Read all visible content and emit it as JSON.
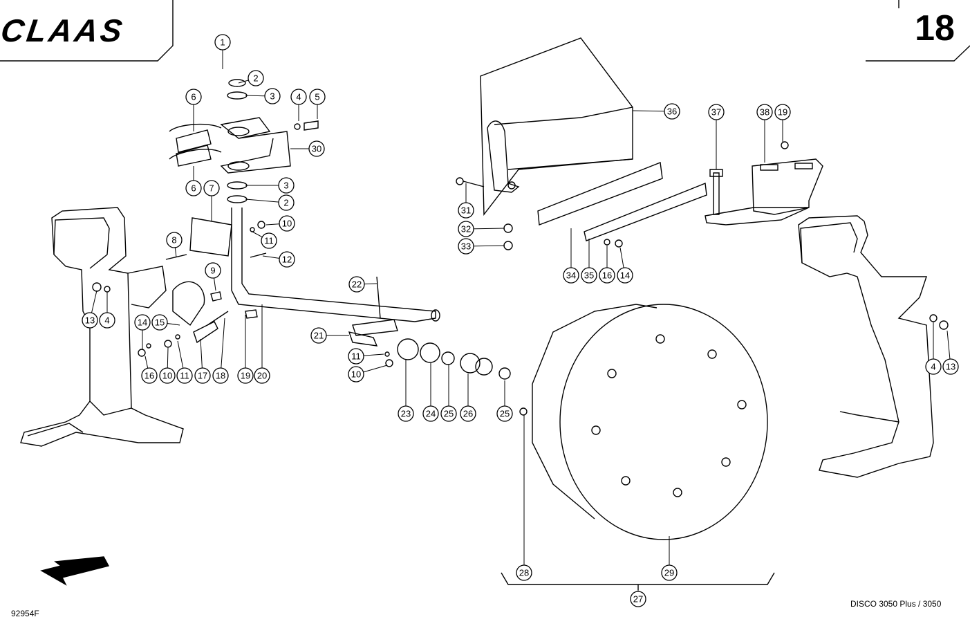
{
  "brand": "CLAAS",
  "page_number": "18",
  "drawing_ref": "92954F",
  "model": "DISCO 3050 Plus / 3050",
  "callouts": [
    {
      "label": "1"
    },
    {
      "label": "2"
    },
    {
      "label": "3"
    },
    {
      "label": "4"
    },
    {
      "label": "5"
    },
    {
      "label": "6"
    },
    {
      "label": "30"
    },
    {
      "label": "3"
    },
    {
      "label": "2"
    },
    {
      "label": "6"
    },
    {
      "label": "7"
    },
    {
      "label": "10"
    },
    {
      "label": "11"
    },
    {
      "label": "8"
    },
    {
      "label": "12"
    },
    {
      "label": "9"
    },
    {
      "label": "13"
    },
    {
      "label": "4"
    },
    {
      "label": "14"
    },
    {
      "label": "15"
    },
    {
      "label": "16"
    },
    {
      "label": "10"
    },
    {
      "label": "11"
    },
    {
      "label": "17"
    },
    {
      "label": "18"
    },
    {
      "label": "19"
    },
    {
      "label": "20"
    },
    {
      "label": "22"
    },
    {
      "label": "21"
    },
    {
      "label": "11"
    },
    {
      "label": "10"
    },
    {
      "label": "23"
    },
    {
      "label": "24"
    },
    {
      "label": "25"
    },
    {
      "label": "26"
    },
    {
      "label": "25"
    },
    {
      "label": "36"
    },
    {
      "label": "31"
    },
    {
      "label": "32"
    },
    {
      "label": "33"
    },
    {
      "label": "34"
    },
    {
      "label": "35"
    },
    {
      "label": "16"
    },
    {
      "label": "14"
    },
    {
      "label": "37"
    },
    {
      "label": "38"
    },
    {
      "label": "19"
    },
    {
      "label": "4"
    },
    {
      "label": "13"
    },
    {
      "label": "28"
    },
    {
      "label": "29"
    },
    {
      "label": "27"
    }
  ]
}
